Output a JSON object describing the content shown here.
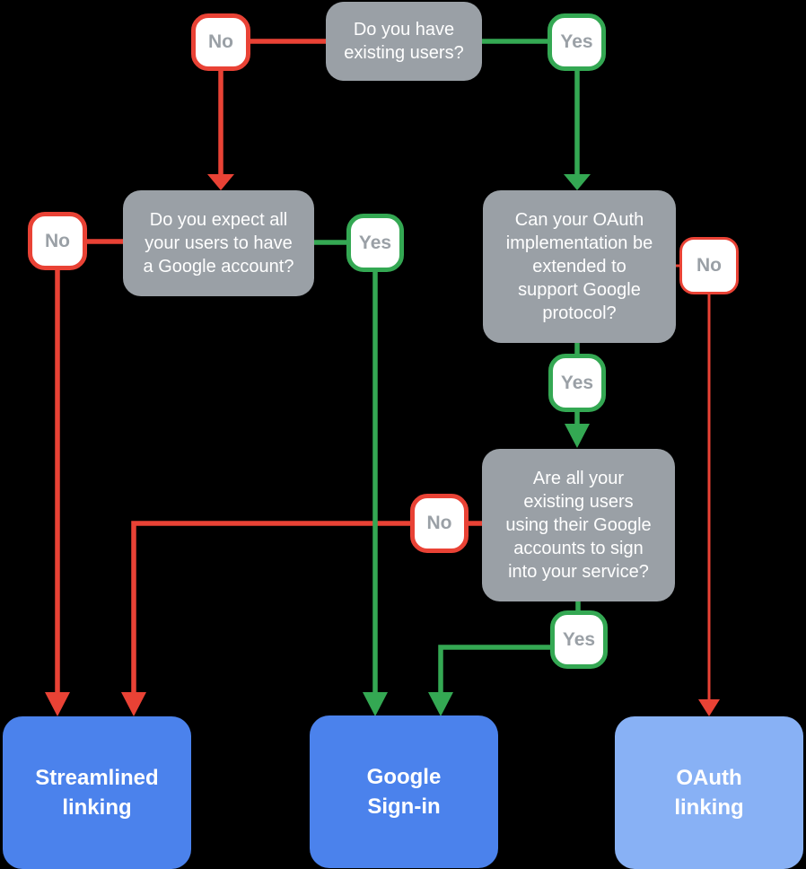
{
  "colors": {
    "bg": "#000000",
    "red": "#E94235",
    "green": "#34A853",
    "gray_box": "#9AA0A6",
    "box_text": "#FFFFFF",
    "badge_bg": "#FFFFFF",
    "badge_text": "#9AA0A6",
    "blue": "#4B82EC",
    "light_blue": "#88B1F5",
    "result_text": "#FFFFFF"
  },
  "questions": {
    "q1": {
      "text": "Do you have\nexisting users?"
    },
    "q2": {
      "text": "Do you expect all\nyour users to have\na Google account?"
    },
    "q3": {
      "text": "Can your OAuth\nimplementation be\nextended to\nsupport Google\nprotocol?"
    },
    "q4": {
      "text": "Are all your\nexisting users\nusing their Google\naccounts to sign\ninto your service?"
    }
  },
  "badges": {
    "q1_no": {
      "label": "No"
    },
    "q1_yes": {
      "label": "Yes"
    },
    "q2_no": {
      "label": "No"
    },
    "q2_yes": {
      "label": "Yes"
    },
    "q3_no": {
      "label": "No"
    },
    "q3_yes": {
      "label": "Yes"
    },
    "q4_no": {
      "label": "No"
    },
    "q4_yes": {
      "label": "Yes"
    }
  },
  "outcomes": {
    "streamlined": {
      "label": "Streamlined\nlinking"
    },
    "google_signin": {
      "label": "Google\nSign-in"
    },
    "oauth": {
      "label": "OAuth\nlinking"
    }
  }
}
